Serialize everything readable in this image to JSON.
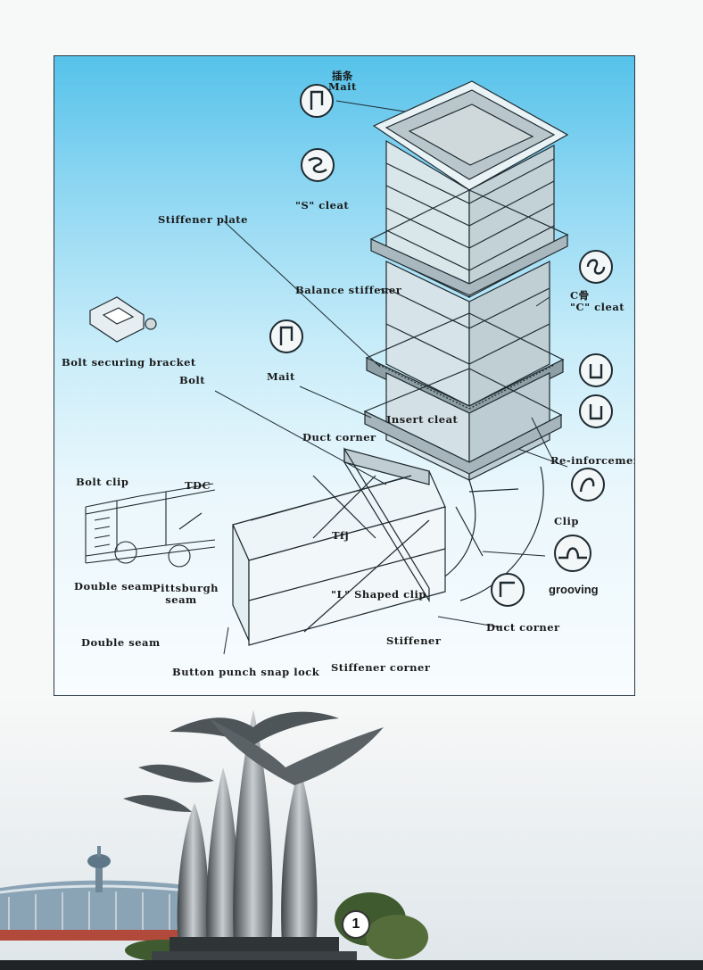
{
  "diagram": {
    "labels": {
      "mait_cn": "插条",
      "mait_top": "Mait",
      "s_cleat": "\"S\" cleat",
      "stiffener_plate": "Stiffener plate",
      "balance_stiffener": "Balance stiffener",
      "c_cleat_cn": "C骨",
      "c_cleat": "\"C\" cleat",
      "bolt_securing_bracket": "Bolt securing bracket",
      "bolt": "Bolt",
      "mait": "Mait",
      "insert_cleat": "Insert cleat",
      "duct_corner_top": "Duct corner",
      "reinforcement": "Re-inforcement",
      "bolt_clip": "Bolt clip",
      "tdc": "TDC",
      "tfj": "Tfj",
      "clip": "Clip",
      "grooving": "grooving",
      "double_seam_1": "Double seam",
      "pittsburgh_seam": "Pittsburgh seam",
      "l_shaped_clip": "\"L\" Shaped clip",
      "duct_corner_bottom": "Duct corner",
      "double_seam_2": "Double seam",
      "stiffener": "Stiffener",
      "button_punch": "Button punch snap lock",
      "stiffener_corner": "Stiffener corner"
    }
  },
  "page_number": "1"
}
